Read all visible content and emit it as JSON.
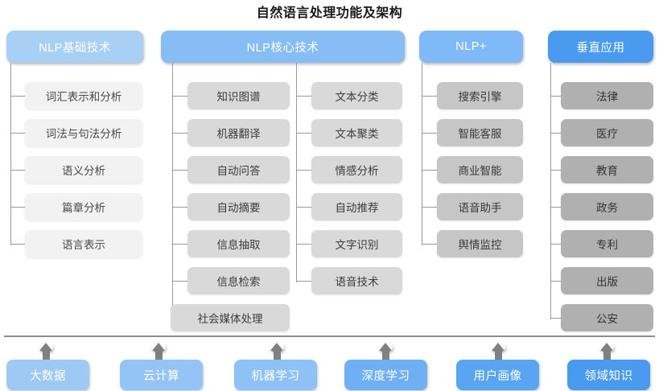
{
  "title": "自然语言处理功能及架构",
  "colors": {
    "header_1": "#a8d0f5",
    "header_2": "#87bdf5",
    "header_3": "#7fb9f7",
    "header_4": "#4a9bf0",
    "node_1": "#f2f2f2",
    "node_2": "#d9d9d9",
    "node_3": "#d9d9d9",
    "node_4": "#c6c6c6",
    "node_5": "#b0b0b0",
    "connector": "#9a9a9a",
    "arrow": "#808080",
    "divider": "#8d8d8d",
    "title_text": "#1a1a1a"
  },
  "headers": [
    {
      "label": "NLP基础技术",
      "color": "#a8d0f5"
    },
    {
      "label": "NLP核心技术",
      "color": "#87bdf5"
    },
    {
      "label": "NLP+",
      "color": "#7fb9f7"
    },
    {
      "label": "垂直应用",
      "color": "#4a9bf0"
    }
  ],
  "columns": [
    {
      "name": "nlp-basic-technology",
      "parent": "NLP基础技术",
      "items": [
        "词汇表示和分析",
        "词法与句法分析",
        "语义分析",
        "篇章分析",
        "语言表示"
      ]
    },
    {
      "name": "nlp-core-technology-left",
      "parent": "NLP核心技术",
      "items": [
        "知识图谱",
        "机器翻译",
        "自动问答",
        "自动摘要",
        "信息抽取",
        "信息检索",
        "社会媒体处理"
      ]
    },
    {
      "name": "nlp-core-technology-right",
      "parent": "NLP核心技术",
      "items": [
        "文本分类",
        "文本聚类",
        "情感分析",
        "自动推荐",
        "文字识别",
        "语音技术"
      ]
    },
    {
      "name": "nlp-plus",
      "parent": "NLP+",
      "items": [
        "搜索引擎",
        "智能客服",
        "商业智能",
        "语音助手",
        "舆情监控"
      ]
    },
    {
      "name": "vertical-application",
      "parent": "垂直应用",
      "items": [
        "法律",
        "医疗",
        "教育",
        "政务",
        "专利",
        "出版",
        "公安"
      ]
    }
  ],
  "foundations": [
    {
      "label": "大数据",
      "color": "#9ec9f5"
    },
    {
      "label": "云计算",
      "color": "#93c4f5"
    },
    {
      "label": "机器学习",
      "color": "#8ec2f7"
    },
    {
      "label": "深度学习",
      "color": "#6fb0f5"
    },
    {
      "label": "用户画像",
      "color": "#59a5f2"
    },
    {
      "label": "领域知识",
      "color": "#4a9bf0"
    }
  ]
}
